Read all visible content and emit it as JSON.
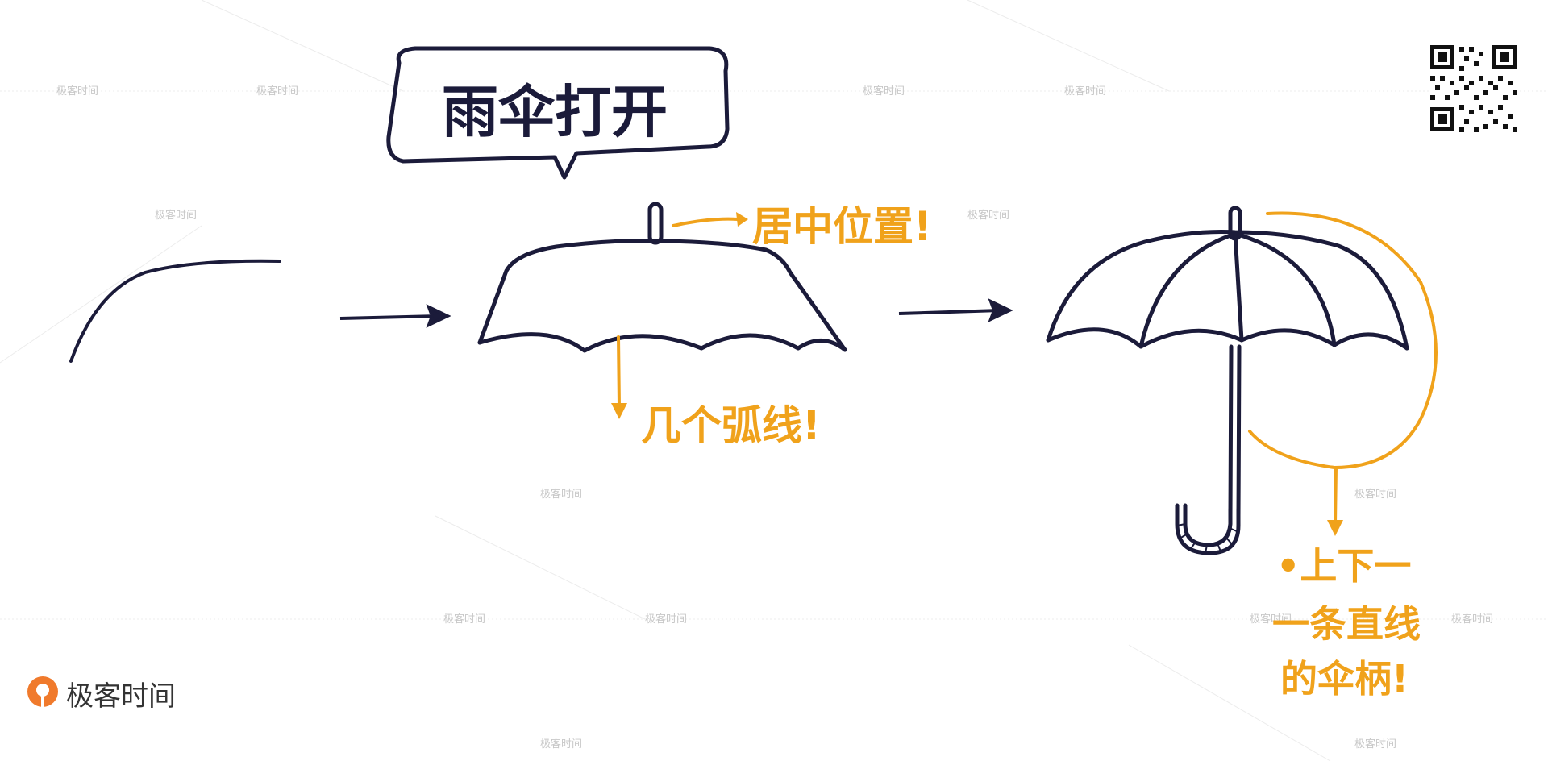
{
  "watermark": {
    "text": "极客时间"
  },
  "title_bubble": {
    "text": "雨伞打开"
  },
  "notes": {
    "center": "居中位置!",
    "arcs": "几个弧线!",
    "handle_line1": "•上下一",
    "handle_line2": "一条直线",
    "handle_line3": "的伞柄!"
  },
  "brand": {
    "name": "极客时间"
  },
  "colors": {
    "ink": "#1b1b3a",
    "accent": "#f0a21b",
    "brand_orange": "#f07a2c"
  },
  "icons": [
    "qr-code-icon",
    "geektime-logo-icon",
    "arrow-right-icon"
  ]
}
